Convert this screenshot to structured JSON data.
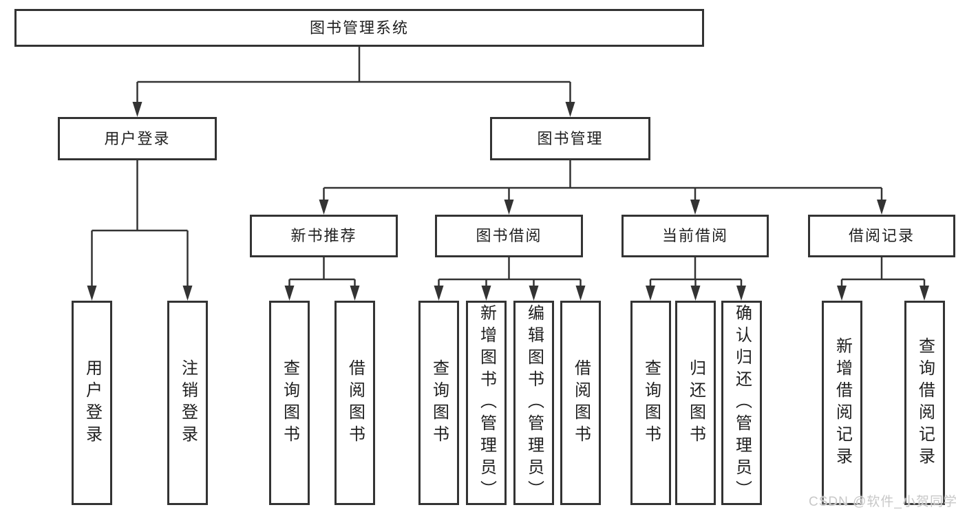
{
  "diagram": {
    "root": {
      "label": "图书管理系统"
    },
    "level2": {
      "userLogin": {
        "label": "用户登录"
      },
      "bookMgmt": {
        "label": "图书管理"
      }
    },
    "level3": {
      "newBookRec": {
        "label": "新书推荐"
      },
      "bookBorrow": {
        "label": "图书借阅"
      },
      "currentBorrow": {
        "label": "当前借阅"
      },
      "borrowRecords": {
        "label": "借阅记录"
      }
    },
    "leaves": {
      "userLogin": {
        "login": "用户登录",
        "logout": "注销登录"
      },
      "newBookRec": {
        "queryBooks": "查询图书",
        "borrowBooks": "借阅图书"
      },
      "bookBorrow": {
        "queryBooks": "查询图书",
        "addBooks": "新增图书（管理员）",
        "editBooks": "编辑图书（管理员）",
        "borrowBooks": "借阅图书"
      },
      "currentBorrow": {
        "queryBooks": "查询图书",
        "returnBooks": "归还图书",
        "confirmReturn": "确认归还（管理员）"
      },
      "borrowRecords": {
        "addRecord": "新增借阅记录",
        "queryRecord": "查询借阅记录"
      }
    },
    "colors": {
      "line": "#333333",
      "boxBorder": "#333333",
      "boxFill": "#ffffff",
      "text": "#1f1f1f"
    }
  },
  "watermark": {
    "text": "CSDN @软件_小贺同学",
    "color": "#c8c8c8"
  }
}
